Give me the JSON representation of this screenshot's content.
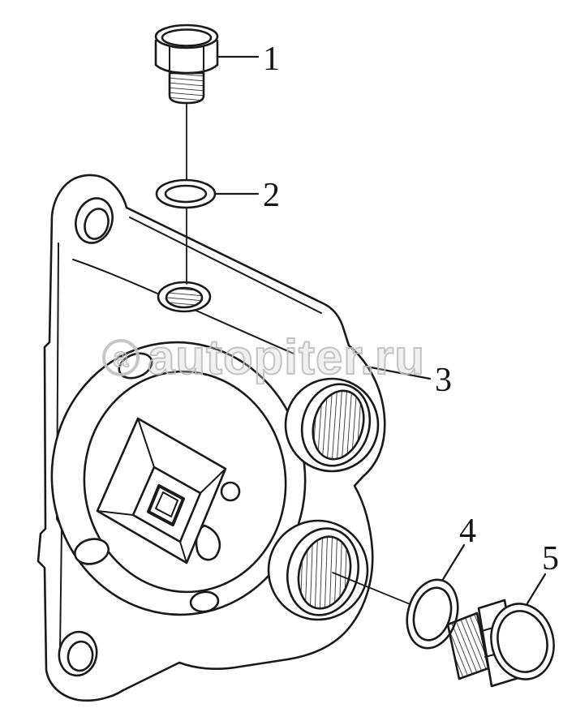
{
  "diagram": {
    "type": "exploded-parts-diagram",
    "colors": {
      "line": "#1a1a1a",
      "background": "#ffffff",
      "watermark": "#bdbdbd"
    },
    "callouts": [
      {
        "number": "1",
        "part": "hex-plug-top"
      },
      {
        "number": "2",
        "part": "o-ring-top"
      },
      {
        "number": "3",
        "part": "housing-body"
      },
      {
        "number": "4",
        "part": "o-ring-bottom"
      },
      {
        "number": "5",
        "part": "hex-plug-bottom"
      }
    ]
  },
  "watermark": {
    "icon_glyph": "a",
    "text": "autopiter.ru"
  }
}
